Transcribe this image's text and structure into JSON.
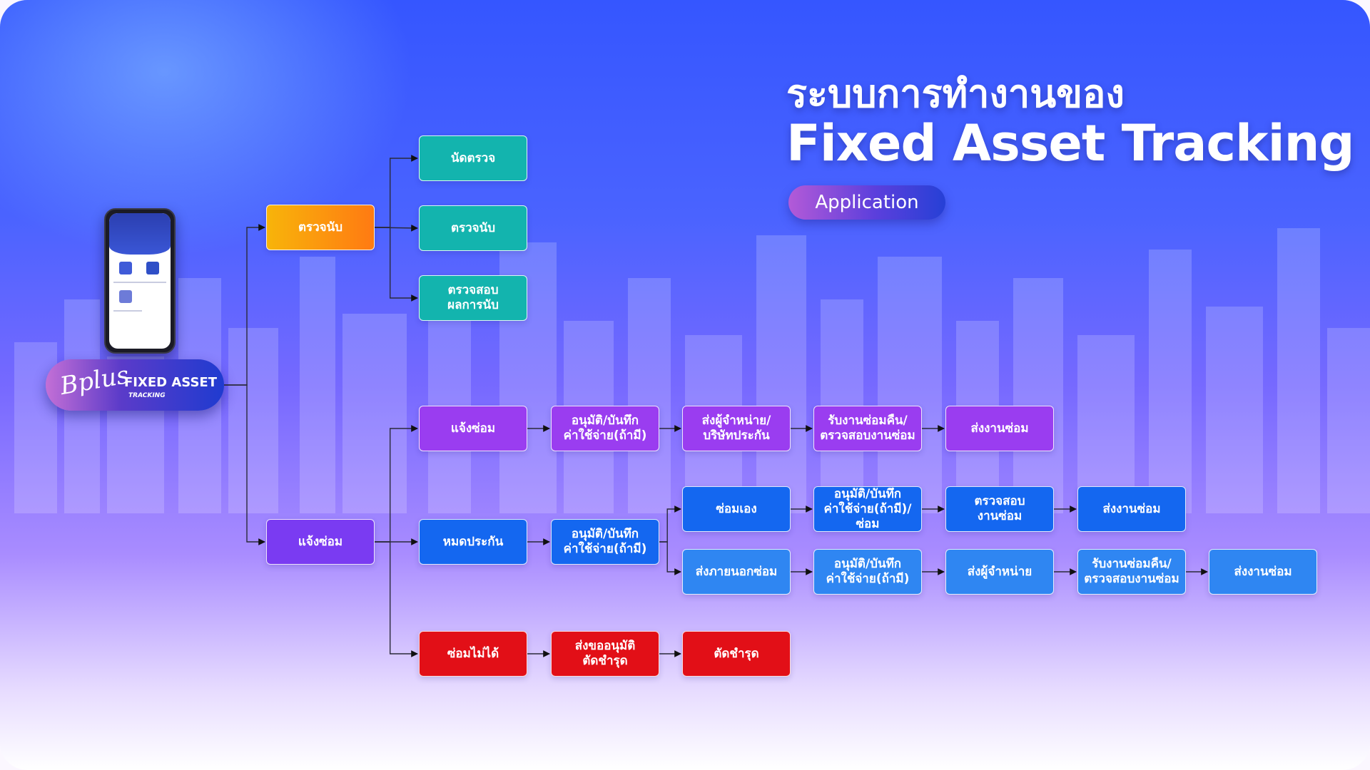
{
  "title": {
    "line1": "ระบบการทำงานของ",
    "line2": "Fixed Asset Tracking",
    "badge": "Application"
  },
  "brand": {
    "script": "Bplus",
    "name": "FIXED ASSET",
    "sub": "TRACKING"
  },
  "colors": {
    "orange": "#fb9412",
    "teal": "#13b4ae",
    "purple": "#9a3df0",
    "violet": "#7a3bf2",
    "blue": "#1467f0",
    "lightblue": "#2f86f2",
    "red": "#e20f17"
  },
  "nodes": [
    {
      "id": "n1",
      "label": "ตรวจนับ",
      "color": "orange"
    },
    {
      "id": "n2",
      "label": "นัดตรวจ",
      "color": "teal"
    },
    {
      "id": "n3",
      "label": "ตรวจนับ",
      "color": "teal"
    },
    {
      "id": "n4",
      "label": "ตรวจสอบ\nผลการนับ",
      "color": "teal"
    },
    {
      "id": "m1",
      "label": "แจ้งซ่อม",
      "color": "violet"
    },
    {
      "id": "a1",
      "label": "แจ้งซ่อม",
      "color": "purple"
    },
    {
      "id": "a2",
      "label": "อนุมัติ/บันทึก\nค่าใช้จ่าย(ถ้ามี)",
      "color": "purple"
    },
    {
      "id": "a3",
      "label": "ส่งผู้จำหน่าย/\nบริษัทประกัน",
      "color": "purple"
    },
    {
      "id": "a4",
      "label": "รับงานซ่อมคืน/\nตรวจสอบงานซ่อม",
      "color": "purple"
    },
    {
      "id": "a5",
      "label": "ส่งงานซ่อม",
      "color": "purple"
    },
    {
      "id": "b1",
      "label": "หมดประกัน",
      "color": "blue"
    },
    {
      "id": "b2",
      "label": "อนุมัติ/บันทึก\nค่าใช้จ่าย(ถ้ามี)",
      "color": "blue"
    },
    {
      "id": "c1",
      "label": "ซ่อมเอง",
      "color": "blue"
    },
    {
      "id": "c2",
      "label": "อนุมัติ/บันทึก\nค่าใช้จ่าย(ถ้ามี)/ซ่อม",
      "color": "blue"
    },
    {
      "id": "c3",
      "label": "ตรวจสอบ\nงานซ่อม",
      "color": "blue"
    },
    {
      "id": "c4",
      "label": "ส่งงานซ่อม",
      "color": "blue"
    },
    {
      "id": "d1",
      "label": "ส่งภายนอกซ่อม",
      "color": "lightblue"
    },
    {
      "id": "d2",
      "label": "อนุมัติ/บันทึก\nค่าใช้จ่าย(ถ้ามี)",
      "color": "lightblue"
    },
    {
      "id": "d3",
      "label": "ส่งผู้จำหน่าย",
      "color": "lightblue"
    },
    {
      "id": "d4",
      "label": "รับงานซ่อมคืน/\nตรวจสอบงานซ่อม",
      "color": "lightblue"
    },
    {
      "id": "d5",
      "label": "ส่งงานซ่อม",
      "color": "lightblue"
    },
    {
      "id": "e1",
      "label": "ซ่อมไม่ได้",
      "color": "red"
    },
    {
      "id": "e2",
      "label": "ส่งขออนุมัติ\nตัดชำรุด",
      "color": "red"
    },
    {
      "id": "e3",
      "label": "ตัดชำรุด",
      "color": "red"
    }
  ],
  "edges": [
    [
      "root",
      "n1"
    ],
    [
      "root",
      "m1"
    ],
    [
      "n1",
      "n2"
    ],
    [
      "n1",
      "n3"
    ],
    [
      "n1",
      "n4"
    ],
    [
      "m1",
      "a1"
    ],
    [
      "m1",
      "b1"
    ],
    [
      "m1",
      "e1"
    ],
    [
      "a1",
      "a2"
    ],
    [
      "a2",
      "a3"
    ],
    [
      "a3",
      "a4"
    ],
    [
      "a4",
      "a5"
    ],
    [
      "b1",
      "b2"
    ],
    [
      "b2",
      "c1"
    ],
    [
      "b2",
      "d1"
    ],
    [
      "c1",
      "c2"
    ],
    [
      "c2",
      "c3"
    ],
    [
      "c3",
      "c4"
    ],
    [
      "d1",
      "d2"
    ],
    [
      "d2",
      "d3"
    ],
    [
      "d3",
      "d4"
    ],
    [
      "d4",
      "d5"
    ],
    [
      "e1",
      "e2"
    ],
    [
      "e2",
      "e3"
    ]
  ]
}
